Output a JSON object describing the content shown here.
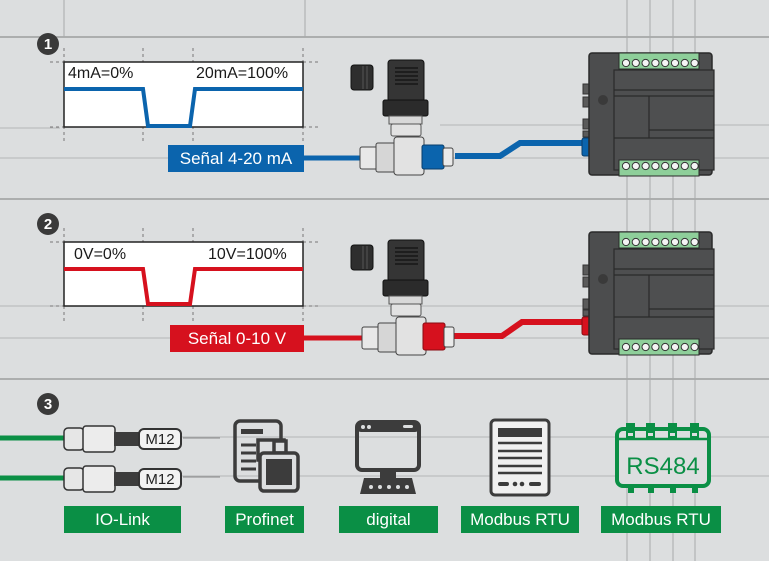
{
  "colors": {
    "background": "#dcdedf",
    "signal_current": "#0b64ad",
    "signal_voltage": "#d6111e",
    "protocol_green": "#0a8f45",
    "device_dark": "#4a4b4c",
    "terminal_green": "#8ecf9a"
  },
  "sections": [
    {
      "number": "1",
      "wave_low_label": "4mA=0%",
      "wave_high_label": "20mA=100%",
      "signal_label": "Señal 4-20 mA",
      "signal_color": "#0b64ad"
    },
    {
      "number": "2",
      "wave_low_label": "0V=0%",
      "wave_high_label": "10V=100%",
      "signal_label": "Señal 0-10 V",
      "signal_color": "#d6111e"
    },
    {
      "number": "3",
      "connectors": [
        {
          "label": "M12"
        },
        {
          "label": "M12"
        }
      ],
      "protocols": [
        {
          "label": "IO-Link",
          "icon": "m12-connector-icon"
        },
        {
          "label": "Profinet",
          "icon": "document-device-icon"
        },
        {
          "label": "digital",
          "icon": "monitor-icon"
        },
        {
          "label": "Modbus RTU",
          "icon": "data-sheet-icon"
        },
        {
          "label": "Modbus RTU",
          "icon": "rs484-chip-icon",
          "chip_text": "RS484"
        }
      ]
    }
  ]
}
